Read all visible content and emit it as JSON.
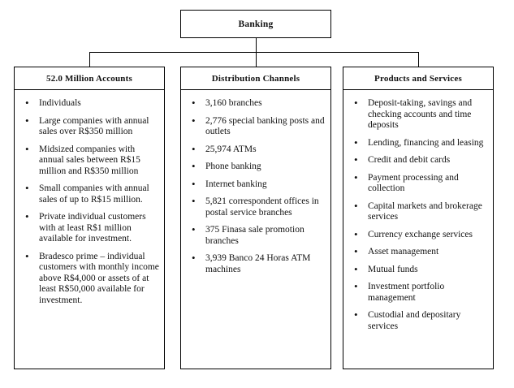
{
  "page": {
    "background_color": "#ffffff",
    "line_color": "#000000",
    "text_color": "#111111"
  },
  "root_node": {
    "label": "Banking"
  },
  "columns": [
    {
      "title": "52.0 Million Accounts",
      "items": [
        "Individuals",
        "Large companies with annual sales over R$350 million",
        "Midsized companies with annual sales between R$15 million and R$350 million",
        "Small companies with annual sales of up to R$15 million.",
        "Private individual customers with at least R$1 million available for investment.",
        "Bradesco prime – individual customers with monthly income above R$4,000 or assets of at least R$50,000 available for investment."
      ]
    },
    {
      "title": "Distribution Channels",
      "items": [
        "3,160 branches",
        "2,776 special banking posts and outlets",
        "25,974 ATMs",
        "Phone banking",
        "Internet banking",
        "5,821 correspondent offices in postal service branches",
        "375 Finasa sale promotion branches",
        "3,939 Banco 24 Horas ATM machines"
      ]
    },
    {
      "title": "Products and Services",
      "items": [
        "Deposit-taking, savings and checking accounts and time deposits",
        "Lending, financing and leasing",
        "Credit and debit cards",
        "Payment processing and collection",
        "Capital markets and brokerage services",
        "Currency exchange services",
        "Asset management",
        "Mutual funds",
        "Investment portfolio management",
        "Custodial and depositary services"
      ]
    }
  ]
}
